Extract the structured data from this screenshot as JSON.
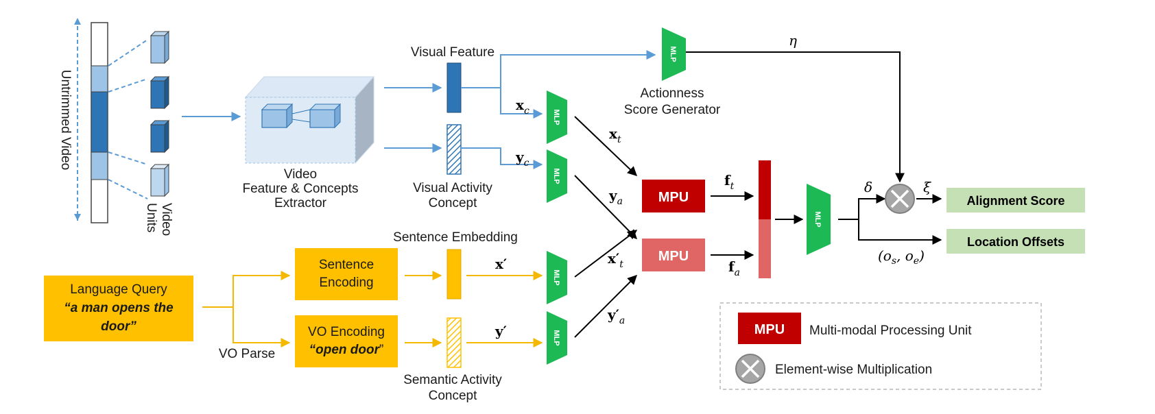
{
  "video": {
    "untrimmed_label": "Untrimmed Video",
    "units_label_1": "Video",
    "units_label_2": "Units",
    "extractor_label_1": "Video",
    "extractor_label_2": "Feature & Concepts",
    "extractor_label_3": "Extractor"
  },
  "features": {
    "visual_feature": "Visual Feature",
    "visual_activity_1": "Visual Activity",
    "visual_activity_2": "Concept",
    "sentence_embedding": "Sentence Embedding",
    "semantic_activity_1": "Semantic Activity",
    "semantic_activity_2": "Concept"
  },
  "language": {
    "query_line1": "Language Query",
    "query_line2": "“a man opens the",
    "query_line3": "door”",
    "vo_parse": "VO Parse",
    "sentence_enc_1": "Sentence",
    "sentence_enc_2": "Encoding",
    "vo_enc_1": "VO Encoding",
    "vo_enc_2_italic": "“open door",
    "vo_enc_2_tail": "”"
  },
  "modules": {
    "mlp": "MLP",
    "mpu": "MPU",
    "actionness_1": "Actionness",
    "actionness_2": "Score Generator"
  },
  "symbols": {
    "xc": "x",
    "xc_sub": "c",
    "yc": "y",
    "yc_sub": "c",
    "xt": "x",
    "xt_sub": "t",
    "ya": "y",
    "ya_sub": "a",
    "xp": "x′",
    "yp": "y′",
    "xpt": "x′",
    "xpt_sub": "t",
    "ypa": "y′",
    "ypa_sub": "a",
    "ft": "f",
    "ft_sub": "t",
    "fa": "f",
    "fa_sub": "a",
    "eta": "η",
    "delta": "δ",
    "xi": "ξ",
    "offsets": "(o",
    "os_sub": "s",
    "offsets_mid": ", o",
    "oe_sub": "e",
    "offsets_end": ")"
  },
  "outputs": {
    "alignment": "Alignment Score",
    "location": "Location Offsets"
  },
  "legend": {
    "mpu_desc": "Multi-modal Processing Unit",
    "mult_desc": "Element-wise Multiplication"
  },
  "colors": {
    "query_yellow": "#ffc000",
    "mlp_green": "#1db954",
    "mpu_red": "#c00000",
    "mpu_light": "#e06666",
    "output_green": "#c5e0b4",
    "arrow_blue": "#5b9bd5",
    "feature_blue": "#2e75b6"
  }
}
